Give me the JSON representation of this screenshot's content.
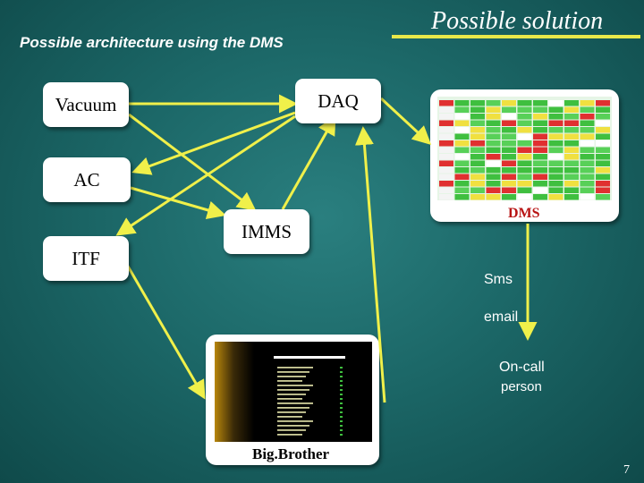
{
  "titles": {
    "left": "Possible architecture using the DMS",
    "right": "Possible solution"
  },
  "boxes": {
    "vacuum": "Vacuum",
    "daq": "DAQ",
    "ac": "AC",
    "imms": "IMMS",
    "itf": "ITF"
  },
  "dms": {
    "label": "DMS"
  },
  "bigbrother": {
    "label": "Big.Brother"
  },
  "notifications": {
    "sms": "Sms",
    "email": "email",
    "oncall_1": "On-call",
    "oncall_2": "person"
  },
  "page_number": "7",
  "colors": {
    "background": "#1c6868",
    "arrow": "#f0f04a",
    "dms_label": "#b81414",
    "title_underline": "#e8e84a"
  }
}
